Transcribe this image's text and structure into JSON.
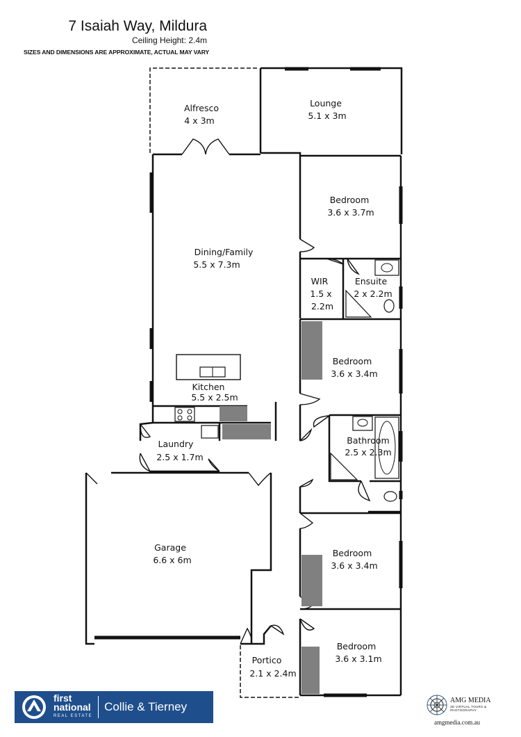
{
  "header": {
    "title": "7 Isaiah Way, Mildura",
    "ceiling": "Ceiling Height: 2.4m",
    "disclaimer": "SIZES AND DIMENSIONS ARE APPROXIMATE, ACTUAL MAY VARY"
  },
  "rooms": {
    "alfresco": {
      "name": "Alfresco",
      "dims": "4 x 3m"
    },
    "lounge": {
      "name": "Lounge",
      "dims": "5.1 x 3m"
    },
    "bedroom1": {
      "name": "Bedroom",
      "dims": "3.6 x 3.7m"
    },
    "dining": {
      "name": "Dining/Family",
      "dims": "5.5 x 7.3m"
    },
    "wir": {
      "name": "WIR",
      "dims1": "1.5 x",
      "dims2": "2.2m"
    },
    "ensuite": {
      "name": "Ensuite",
      "dims": "2 x 2.2m"
    },
    "bedroom2": {
      "name": "Bedroom",
      "dims": "3.6 x 3.4m"
    },
    "kitchen": {
      "name": "Kitchen",
      "dims": "5.5 x 2.5m"
    },
    "bathroom": {
      "name": "Bathroom",
      "dims": "2.5 x 2.3m"
    },
    "laundry": {
      "name": "Laundry",
      "dims": "2.5 x 1.7m"
    },
    "garage": {
      "name": "Garage",
      "dims": "6.6 x 6m"
    },
    "bedroom3": {
      "name": "Bedroom",
      "dims": "3.6 x 3.4m"
    },
    "portico": {
      "name": "Portico",
      "dims": "2.1 x 2.4m"
    },
    "bedroom4": {
      "name": "Bedroom",
      "dims": "3.6 x 3.1m"
    }
  },
  "branding": {
    "agency_line1": "first",
    "agency_line2": "national",
    "agency_line3": "REAL ESTATE",
    "office": "Collie & Tierney",
    "media_name": "AMG MEDIA",
    "media_tagline": "3D VIRTUAL TOURS & PHOTOGRAPHY",
    "media_url": "amgmedia.com.au"
  },
  "colors": {
    "wall": "#111111",
    "cabinet": "#808080",
    "agency_blue": "#1f4e8c"
  }
}
